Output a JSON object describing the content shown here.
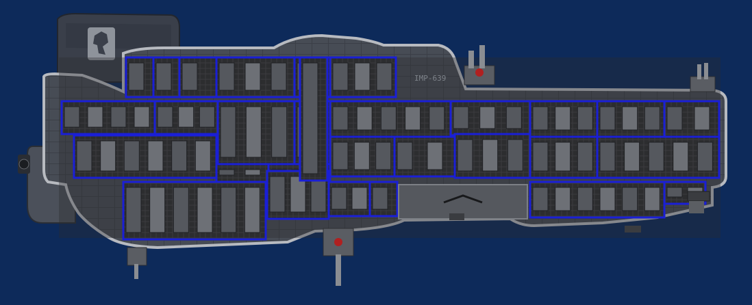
{
  "scene": {
    "background": "#0d2a5a",
    "hull_color": "#4a4f58",
    "hull_outline": "#b8bcc2",
    "room_outline": "#1a1fd6",
    "interior_dark": "#2a2b2e",
    "faction_emblem": "raised-fist-icon",
    "hull_marking": "IMP-639"
  },
  "rooms": [
    {
      "id": "room-1"
    },
    {
      "id": "room-2"
    },
    {
      "id": "room-3"
    },
    {
      "id": "room-4"
    },
    {
      "id": "room-5"
    },
    {
      "id": "room-6"
    },
    {
      "id": "room-7"
    },
    {
      "id": "room-8"
    },
    {
      "id": "room-9"
    },
    {
      "id": "room-10"
    },
    {
      "id": "room-11"
    },
    {
      "id": "room-12"
    },
    {
      "id": "room-13"
    },
    {
      "id": "room-14"
    },
    {
      "id": "room-15"
    },
    {
      "id": "room-16"
    },
    {
      "id": "room-17"
    },
    {
      "id": "room-18"
    },
    {
      "id": "room-19"
    },
    {
      "id": "room-20"
    },
    {
      "id": "room-21"
    },
    {
      "id": "room-22"
    },
    {
      "id": "room-23"
    },
    {
      "id": "room-24"
    },
    {
      "id": "room-25"
    },
    {
      "id": "room-26"
    },
    {
      "id": "room-27"
    },
    {
      "id": "room-28"
    },
    {
      "id": "room-29"
    },
    {
      "id": "room-30"
    }
  ]
}
